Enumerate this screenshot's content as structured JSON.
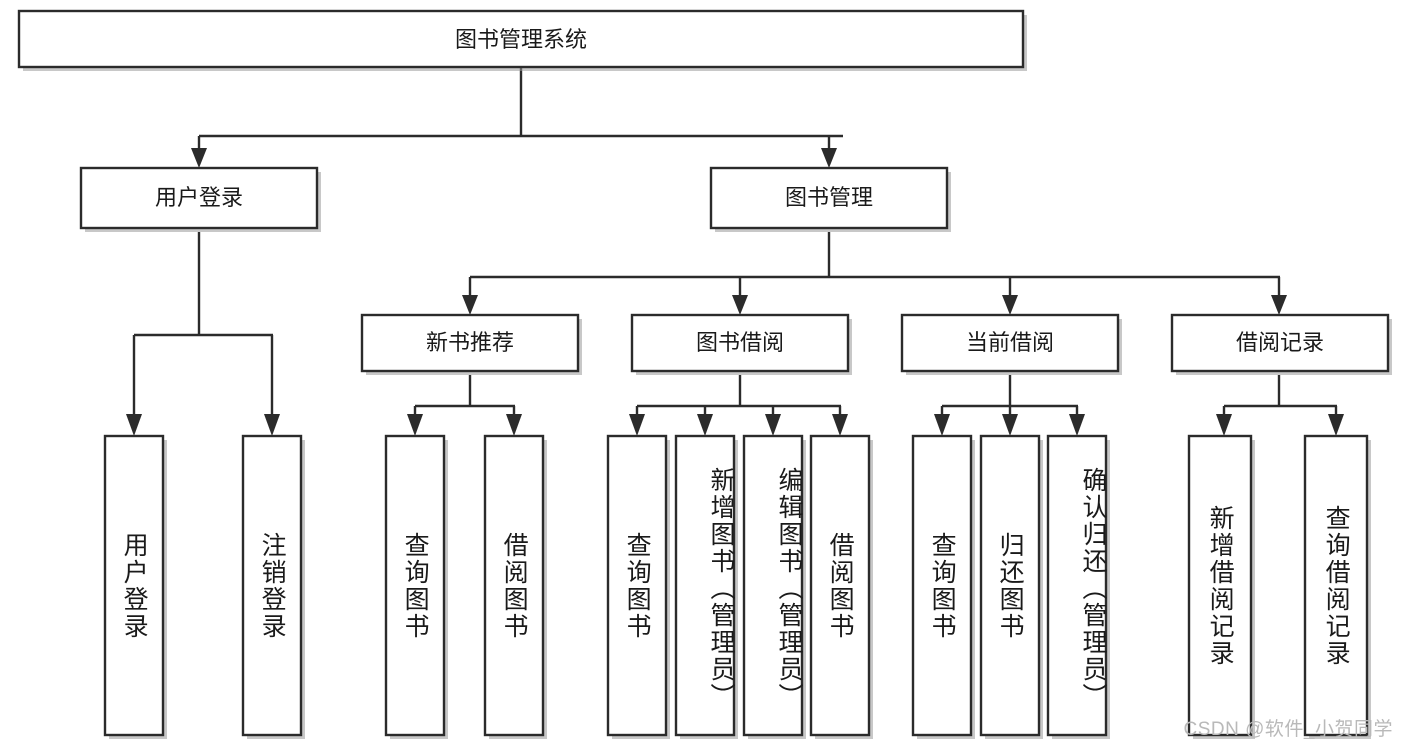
{
  "diagram": {
    "title": "图书管理系统",
    "type": "tree-hierarchy",
    "watermark": "CSDN @软件_小贺同学",
    "colors": {
      "box_fill": "#ffffff",
      "box_stroke": "#2b2b2b",
      "background": "#ffffff",
      "watermark_text": "#b9b9b9"
    },
    "levels": {
      "root": {
        "label": "图书管理系统"
      },
      "level2": [
        {
          "id": "user-login",
          "label": "用户登录"
        },
        {
          "id": "book-manage",
          "label": "图书管理"
        }
      ],
      "level3": [
        {
          "id": "new-book-recommend",
          "label": "新书推荐"
        },
        {
          "id": "book-borrow",
          "label": "图书借阅"
        },
        {
          "id": "current-borrow",
          "label": "当前借阅"
        },
        {
          "id": "borrow-record",
          "label": "借阅记录"
        }
      ],
      "leaves": [
        {
          "id": "leaf-user-login",
          "label": "用户登录",
          "parent": "user-login"
        },
        {
          "id": "leaf-logout-login",
          "label": "注销登录",
          "parent": "user-login"
        },
        {
          "id": "leaf-query-book-1",
          "label": "查询图书",
          "parent": "new-book-recommend"
        },
        {
          "id": "leaf-borrow-book-1",
          "label": "借阅图书",
          "parent": "new-book-recommend"
        },
        {
          "id": "leaf-query-book-2",
          "label": "查询图书",
          "parent": "book-borrow"
        },
        {
          "id": "leaf-add-book",
          "label": "新增图书（管理员）",
          "parent": "book-borrow"
        },
        {
          "id": "leaf-edit-book",
          "label": "编辑图书（管理员）",
          "parent": "book-borrow"
        },
        {
          "id": "leaf-borrow-book-2",
          "label": "借阅图书",
          "parent": "book-borrow"
        },
        {
          "id": "leaf-query-book-3",
          "label": "查询图书",
          "parent": "current-borrow"
        },
        {
          "id": "leaf-return-book",
          "label": "归还图书",
          "parent": "current-borrow"
        },
        {
          "id": "leaf-confirm-return",
          "label": "确认归还（管理员）",
          "parent": "current-borrow"
        },
        {
          "id": "leaf-add-record",
          "label": "新增借阅记录",
          "parent": "borrow-record"
        },
        {
          "id": "leaf-query-record",
          "label": "查询借阅记录",
          "parent": "borrow-record"
        }
      ]
    }
  }
}
